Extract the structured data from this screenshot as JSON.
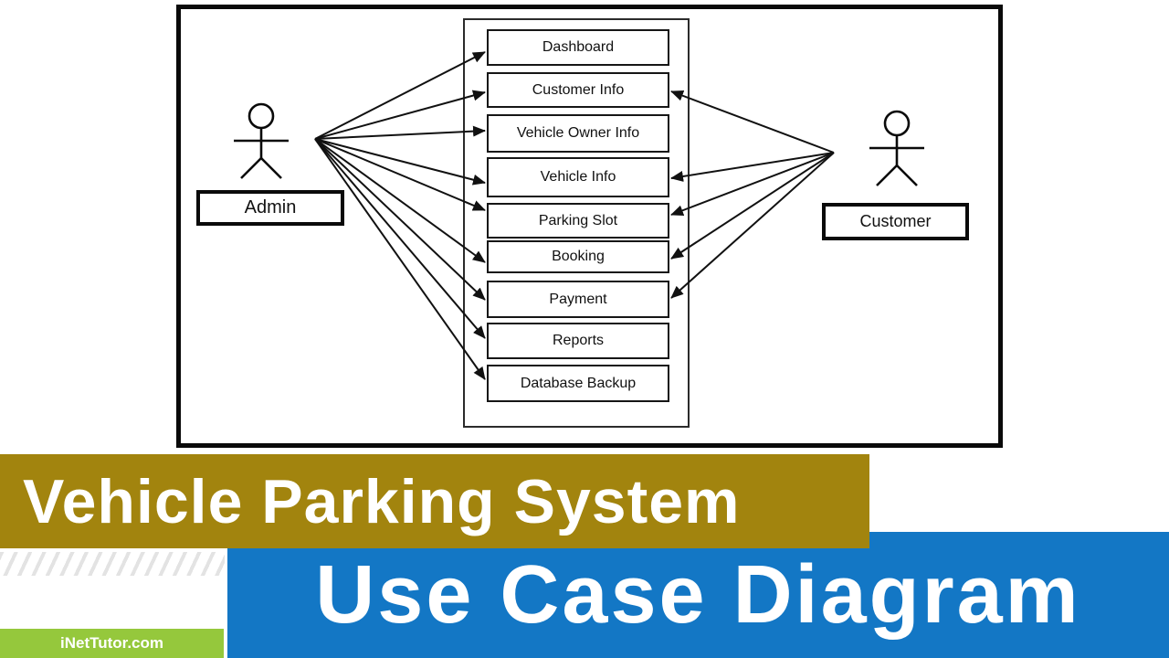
{
  "diagram": {
    "actors": [
      {
        "label": "Admin"
      },
      {
        "label": "Customer"
      }
    ],
    "use_cases": [
      "Dashboard",
      "Customer Info",
      "Vehicle Owner Info",
      "Vehicle Info",
      "Parking Slot",
      "Booking",
      "Payment",
      "Reports",
      "Database Backup"
    ],
    "connections": [
      {
        "from": "Admin",
        "to": [
          "Dashboard",
          "Customer Info",
          "Vehicle Owner Info",
          "Vehicle Info",
          "Parking Slot",
          "Booking",
          "Payment",
          "Reports",
          "Database Backup"
        ]
      },
      {
        "from": "Customer",
        "to": [
          "Customer Info",
          "Vehicle Info",
          "Parking Slot",
          "Booking",
          "Payment"
        ]
      }
    ]
  },
  "banners": {
    "title": "Vehicle Parking System",
    "subtitle": "Use Case Diagram",
    "site": "iNetTutor.com",
    "colors": {
      "title_bg": "#A2840E",
      "subtitle_bg": "#1377C5",
      "site_bg": "#95C83C",
      "text": "#FFFFFF",
      "line": "#111111"
    }
  }
}
